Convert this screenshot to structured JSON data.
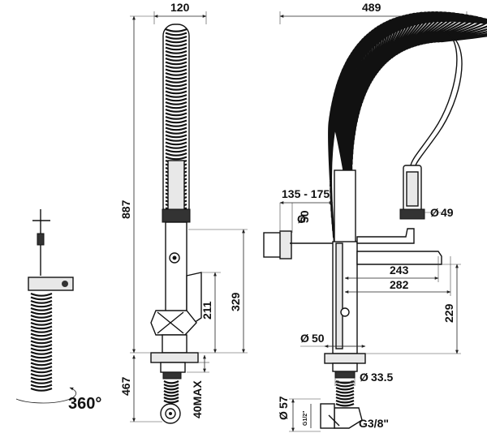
{
  "dimensions": {
    "side_width": "120",
    "side_height": "887",
    "side_lower": "467",
    "side_211": "211",
    "side_329": "329",
    "side_40max": "40MAX",
    "front_width": "489",
    "front_135_175": "135 - 175",
    "front_243": "243",
    "front_282": "282",
    "front_229": "229",
    "dia_50_top": "50",
    "dia_49": "49",
    "dia_50_base": "50",
    "dia_33_5": "33.5",
    "dia_57": "57",
    "thread_half": "G1/2\"",
    "thread_g38": "G3/8\""
  },
  "rotation_label": "360°"
}
